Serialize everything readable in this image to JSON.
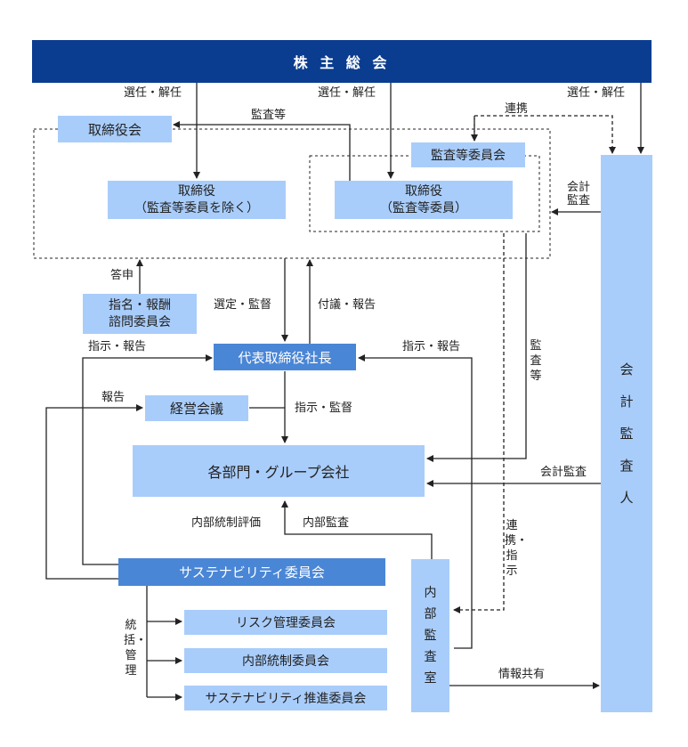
{
  "boxes": {
    "agm": "株 主 総 会",
    "board": "取締役会",
    "directors": "取締役\n（監査等委員を除く）",
    "audit_directors": "取締役\n（監査等委員）",
    "audit_committee": "監査等委員会",
    "nomination": "指名・報酬\n諮問委員会",
    "ceo": "代表取締役社長",
    "mgmt_meeting": "経営会議",
    "departments": "各部門・グループ会社",
    "sustainability": "サステナビリティ委員会",
    "internal_audit": "内部監査室",
    "risk": "リスク管理委員会",
    "internal_control": "内部統制委員会",
    "sustain_promo": "サステナビリティ推進委員会",
    "accounting_auditor": "会計監査人"
  },
  "labels": {
    "elect1": "選任・解任",
    "elect2": "選任・解任",
    "elect3": "選任・解任",
    "audit_etc": "監査等",
    "renkei": "連携",
    "kaikei_kansa": "会計\n監査",
    "toushin": "答申",
    "sentei": "選定・監督",
    "fugi": "付議・報告",
    "shiji_l": "指示・報告",
    "shiji_r": "指示・報告",
    "houkoku": "報告",
    "shiji_kantoku": "指示・監督",
    "kansa_v": "監査等",
    "kaikei2": "会計監査",
    "naibu_hyouka": "内部統制評価",
    "naibu_kansa": "内部監査",
    "renkei_shiji": "連携・指示",
    "toukatsu": "統括・管理",
    "jouhou": "情報共有"
  },
  "colors": {
    "navy": "#0a3d8f",
    "blue": "#4a86d6",
    "light": "#a9cdfb",
    "line": "#222222"
  }
}
